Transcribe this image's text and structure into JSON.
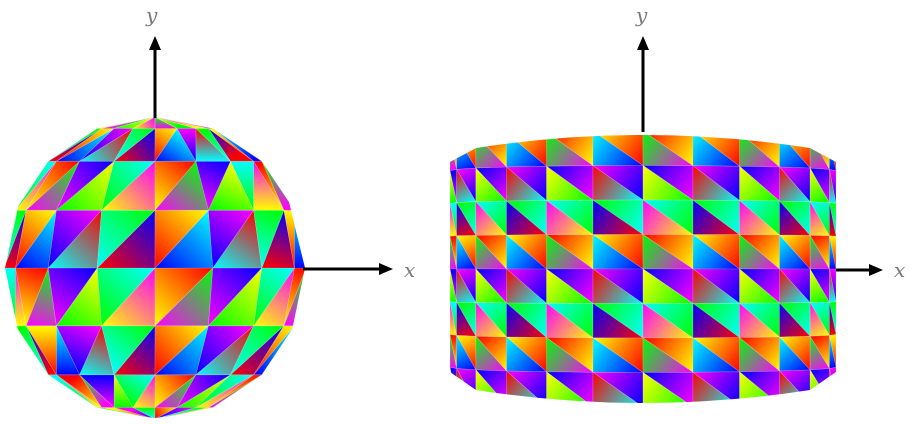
{
  "panels": [
    {
      "id": "sphere",
      "shape": "sphere",
      "x_label": "x",
      "y_label": "y"
    },
    {
      "id": "cylinder",
      "shape": "cylinder",
      "x_label": "x",
      "y_label": "y"
    }
  ],
  "colors": {
    "axis": "#000000",
    "label": "#7a7a7a",
    "vertex_palette": [
      "#ff0000",
      "#00ff00",
      "#0000ff",
      "#ffff00",
      "#00ffff",
      "#ff00ff",
      "#ffffff"
    ]
  }
}
